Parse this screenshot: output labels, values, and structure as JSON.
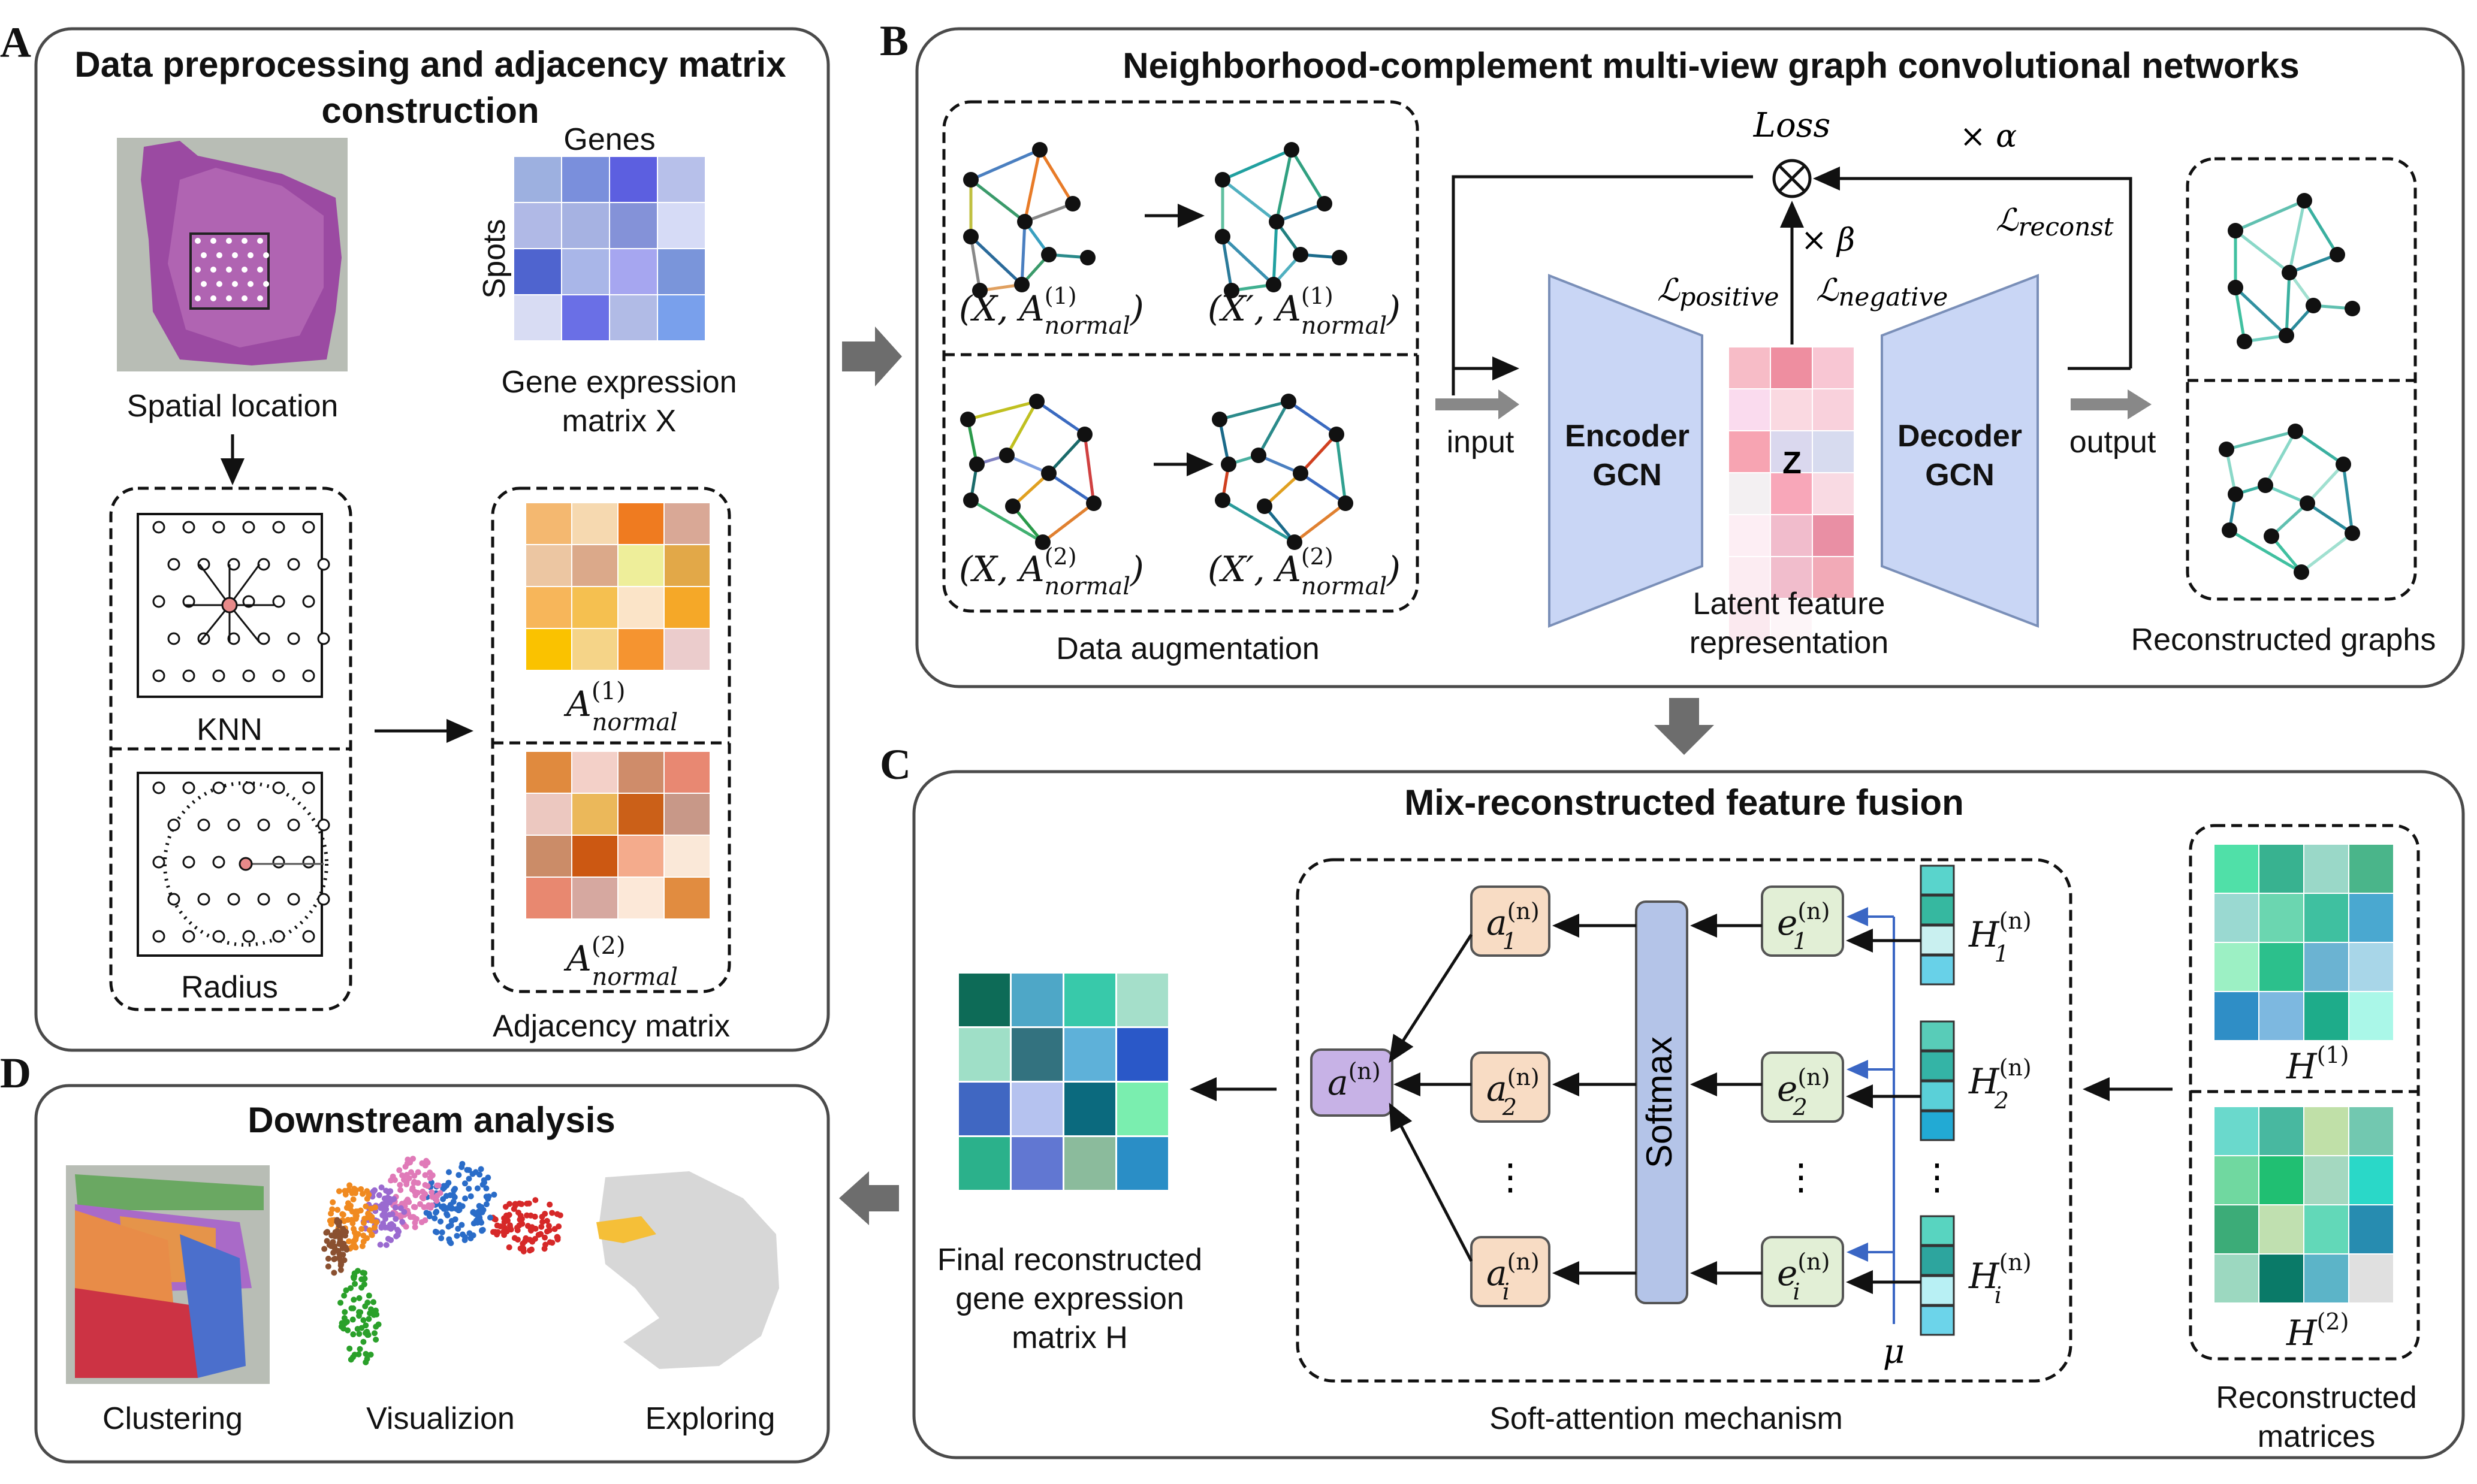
{
  "panels": {
    "A": {
      "letter": "A",
      "title_line1": "Data preprocessing and adjacency matrix",
      "title_line2": "construction",
      "genes": "Genes",
      "spots": "Spots",
      "spatial_location": "Spatial location",
      "gene_expr_line1": "Gene expression",
      "gene_expr_line2": "matrix X",
      "knn": "KNN",
      "radius": "Radius",
      "a1": "A(1)normal",
      "a2": "A(2)normal",
      "adjacency": "Adjacency matrix"
    },
    "B": {
      "letter": "B",
      "title": "Neighborhood-complement multi-view graph convolutional networks",
      "loss": "Loss",
      "alpha": "× α",
      "beta": "× β",
      "l_reconst": "ℒreconst",
      "l_positive": "ℒpositive",
      "l_negative": "ℒnegative",
      "pair1_left": "(X, A(1)normal)",
      "pair1_right": "(X′, A(1)normal)",
      "pair2_left": "(X, A(2)normal)",
      "pair2_right": "(X′, A(2)normal)",
      "data_aug": "Data augmentation",
      "input": "input",
      "output": "output",
      "encoder_l1": "Encoder",
      "encoder_l2": "GCN",
      "decoder_l1": "Decoder",
      "decoder_l2": "GCN",
      "z": "Z",
      "latent_l1": "Latent feature",
      "latent_l2": "representation",
      "recon_graphs": "Reconstructed graphs"
    },
    "C": {
      "letter": "C",
      "title": "Mix-reconstructed feature fusion",
      "softmax": "Softmax",
      "a_n": "a(n)",
      "a1": "a1(n)",
      "a2": "a2(n)",
      "ai": "ai(n)",
      "e1": "e1(n)",
      "e2": "e2(n)",
      "ei": "ei(n)",
      "h1": "H1(n)",
      "h2": "H2(n)",
      "hi": "Hi(n)",
      "mu": "μ",
      "dots": "⋮",
      "soft_attention": "Soft-attention mechanism",
      "final_l1": "Final reconstructed",
      "final_l2": "gene expression",
      "final_l3": "matrix H",
      "H1": "H(1)",
      "H2": "H(2)",
      "recon_l1": "Reconstructed",
      "recon_l2": "matrices"
    },
    "D": {
      "letter": "D",
      "title": "Downstream analysis",
      "clustering": "Clustering",
      "visualization": "Visualizion",
      "exploring": "Exploring"
    }
  },
  "colors": {
    "encoder_fill": "#c9d6f5",
    "softmax_fill": "#b4c4e8",
    "a_fill": "#f8dcc4",
    "e_fill": "#e2efd6",
    "an_fill": "#c7b2e6",
    "mu_line": "#3a66c4",
    "big_arrow": "#6d6d6d"
  },
  "matrices": {
    "gene": [
      "#9db0e0",
      "#7a8fdc",
      "#5c5fe0",
      "#b7c0ea",
      "#b0b9e6",
      "#a6b2e2",
      "#8492d8",
      "#d6dbf6",
      "#4f64cf",
      "#a9b6e8",
      "#a6a6f0",
      "#7a95da",
      "#d8dcf3",
      "#6a6fe6",
      "#b1bbe6",
      "#79a0ec"
    ],
    "a1": [
      "#f4b870",
      "#f6d9b0",
      "#ef7b20",
      "#d9a896",
      "#ecc6a2",
      "#dba98a",
      "#eeee9a",
      "#e2a848",
      "#f7b65a",
      "#f5c050",
      "#fbe4c8",
      "#f5a828",
      "#fac200",
      "#f5d488",
      "#f59430",
      "#ebcccc"
    ],
    "a2": [
      "#e08a3e",
      "#f3d0c8",
      "#cf8c6a",
      "#e88872",
      "#ecc8c0",
      "#ebb85a",
      "#cb6018",
      "#c89888",
      "#cb8c68",
      "#cc5812",
      "#f4ab8c",
      "#fae8d8",
      "#e88870",
      "#d6a8a0",
      "#fce8d8",
      "#e18c40"
    ],
    "latent": [
      "#f7bcc7",
      "#ee8ea0",
      "#f8c6d3",
      "#fadbee",
      "#fad9e1",
      "#f9d1dc",
      "#f7a4b2",
      "#dad8ee",
      "#d7dbef",
      "#f3f0f2",
      "#f8a7b9",
      "#f9dae3",
      "#fdeef4",
      "#f1bccc",
      "#e98fa4",
      "#fcecf2",
      "#f1bdcc",
      "#f2aab7",
      "#fbe9ef",
      "#fdf5f8"
    ],
    "final": [
      "#0d6b57",
      "#4ea7c7",
      "#38c9aa",
      "#a5dfca",
      "#9fdfc7",
      "#33727f",
      "#5eb1d9",
      "#2a58c8",
      "#4067c2",
      "#b5c2ef",
      "#0b6a7e",
      "#7aeeaf",
      "#2bb18b",
      "#6177d2",
      "#8bbb9c",
      "#2a8ec6"
    ],
    "H1": [
      "#50e0a8",
      "#38b290",
      "#9ad8c8",
      "#4ab58a",
      "#9ad9d1",
      "#6bd6b0",
      "#3fc0a0",
      "#4aa8d0",
      "#9cf0c4",
      "#2cc08c",
      "#6bb3d2",
      "#a8d6e8",
      "#2f8ec6",
      "#7db8e0",
      "#1eac8a",
      "#aaf7e8"
    ],
    "H2": [
      "#6ad9cc",
      "#48b8a0",
      "#c0e0a8",
      "#72c8b0",
      "#70d8a0",
      "#20bf72",
      "#a4d8c0",
      "#2ad8c8",
      "#3cac78",
      "#c0e0b0",
      "#62d8b8",
      "#278cb0",
      "#9cd8c0",
      "#0a7a68",
      "#5cb4c8",
      "#e0e0e0"
    ],
    "h_bars": [
      "#59d4cc",
      "#36b8a0",
      "#c9f0f0",
      "#68d1e8",
      "#58ccb8",
      "#34b4a6",
      "#5ad0d8",
      "#22aad4",
      "#58d4c0",
      "#2da59e",
      "#b8f0f4",
      "#6cd4ea"
    ]
  }
}
